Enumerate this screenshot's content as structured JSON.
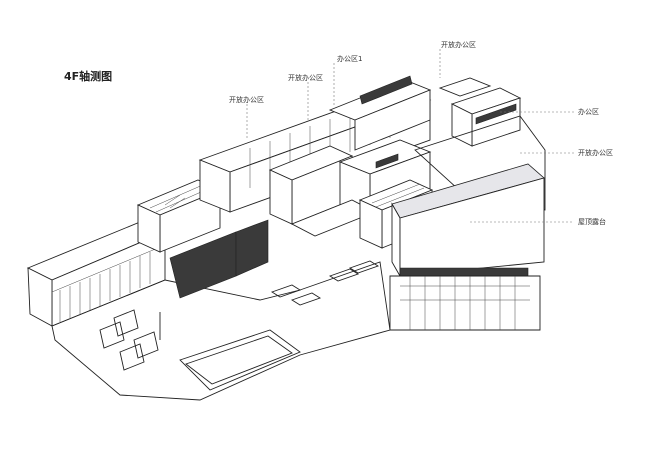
{
  "title": "4F轴测图",
  "labels": {
    "open_office_1": "开放办公区",
    "open_office_2": "开放办公区",
    "office_area_1": "办公区1",
    "open_office_3": "开放办公区",
    "office_area": "办公区",
    "open_office_4": "开放办公区",
    "roof_terrace": "屋顶露台"
  }
}
